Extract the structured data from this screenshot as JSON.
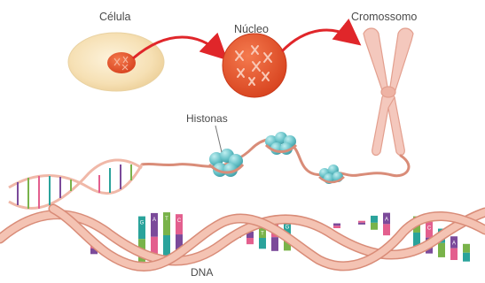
{
  "labels": {
    "cell": "Célula",
    "nucleus": "Núcleo",
    "chromosome": "Cromossomo",
    "histones": "Histonas",
    "dna": "DNA"
  },
  "base_letters": [
    "A",
    "T",
    "C",
    "G"
  ],
  "colors": {
    "cytoplasm": "#f6e0b4",
    "nucleus": "#e8532a",
    "arrow": "#e0262a",
    "chromosome": "#f4c8bd",
    "histone": "#67c2c8",
    "dna_strand": "#f0b8a8",
    "dna_strand_edge": "#d98c78",
    "base_purple": "#7b4a9a",
    "base_green": "#79b34a",
    "base_pink": "#e35f8e",
    "base_teal": "#2aa39b"
  }
}
